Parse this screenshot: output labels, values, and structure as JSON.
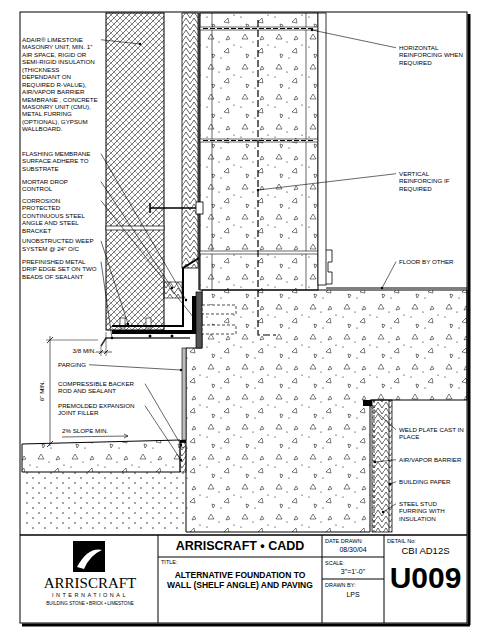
{
  "diagram": {
    "title": "ALTERNATIVE FOUNDATION TO WALL (SHELF ANGLE) AND PAVING",
    "labels": [
      "ADAIR® LIMESTONE MASONRY UNIT, MIN. 1\" AIR SPACE, RIGID OR SEMI-RIGID INSULATION (THICKNESS DEPENDANT ON REQUIRED R-VALUE), AIR/VAPOR BARRIER MEMBRANE , CONCRETE MASONRY UNIT (CMU), METAL FURRING (OPTIONAL), GYPSUM WALLBOARD.",
      "FLASHING MEMBRANE SURFACE ADHERE TO SUBSTRATE",
      "MORTAR DROP CONTROL",
      "CORROSION PROTECTED CONTINUOUS STEEL ANGLE AND STEEL BRACKET",
      "UNOBSTRUCTED WEEP SYSTEM @ 24\" O/C",
      "PREFINISHED METAL DRIP EDGE SET ON TWO BEADS OF SEALANT",
      "3/8 MIN.",
      "PARGING",
      "6\" MIN.",
      "COMPRESSIBLE BACKER ROD AND SEALANT",
      "PREMOLDED EXPANSION JOINT FILLER",
      "2% SLOPE MIN.",
      "HORIZONTAL REINFORCING WHEN REQUIRED",
      "VERTICAL REINFORCING IF REQUIRED",
      "FLOOR BY OTHER",
      "WELD PLATE CAST IN PLACE",
      "AIR/VAPOR BARRIER",
      "BUILDING PAPER",
      "STEEL STUD FURRING WITH INSULATION",
      "ARRISCRAFT • CADD",
      "TITLE:",
      "DATE DRAWN:",
      "08/30/04",
      "SCALE:",
      "3\"=1'-0\"",
      "DRAWN BY:",
      "LPS",
      "DETAIL No:",
      "CBI AD12S",
      "U009",
      "ARRISCRAFT",
      "INTERNATIONAL",
      "BUILDING STONE • BRICK • LIMESTONE"
    ]
  }
}
